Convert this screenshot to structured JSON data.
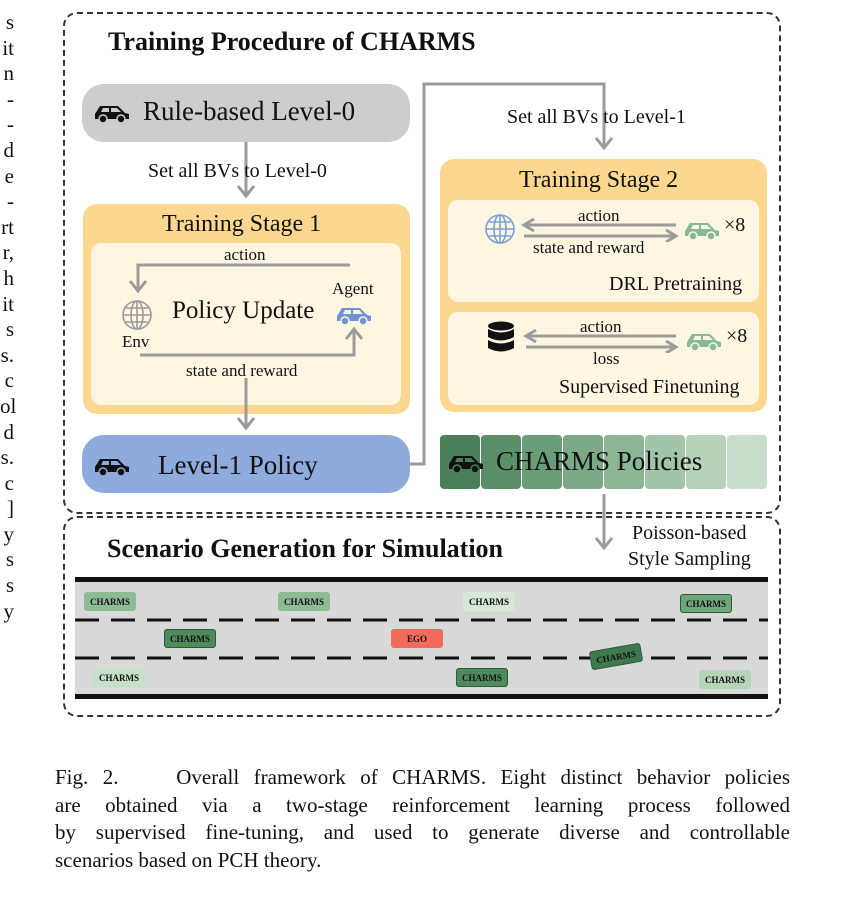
{
  "side_text": [
    "s",
    "it",
    "n",
    "-",
    "-",
    "d",
    "e",
    "-",
    "rt",
    "r,",
    "h",
    "it",
    "s",
    "s.",
    "c",
    "ol",
    "d",
    "s.",
    "c",
    "]",
    "y",
    "s",
    "s",
    "y"
  ],
  "training": {
    "title": "Training Procedure of CHARMS",
    "level0_label": "Rule-based Level-0",
    "set_bv_level0": "Set all BVs to Level-0",
    "stage1": {
      "title": "Training Stage 1",
      "action": "action",
      "policy_update": "Policy Update",
      "agent": "Agent",
      "env": "Env",
      "state_reward": "state and reward"
    },
    "level1_label": "Level-1 Policy",
    "set_bv_level1": "Set all BVs to Level-1",
    "stage2": {
      "title": "Training Stage 2",
      "drl": {
        "action": "action",
        "state_reward": "state and reward",
        "multiplier": "×8",
        "name": "DRL Pretraining"
      },
      "sft": {
        "action": "action",
        "loss": "loss",
        "multiplier": "×8",
        "name": "Supervised Finetuning"
      }
    },
    "policies_label": "CHARMS Policies",
    "policy_colors": [
      "#4a7f5a",
      "#5a8f69",
      "#6a9c77",
      "#7ba987",
      "#8db696",
      "#a2c4a9",
      "#b6d2bb",
      "#c9ddcc"
    ]
  },
  "scenario": {
    "title": "Scenario Generation for Simulation",
    "sampling_line1": "Poisson-based",
    "sampling_line2": "Style Sampling",
    "cars": [
      {
        "label": "CHARMS",
        "color": "#8dbb94"
      },
      {
        "label": "CHARMS",
        "color": "#8dbb94"
      },
      {
        "label": "CHARMS",
        "color": "#d7e8d8"
      },
      {
        "label": "CHARMS",
        "color": "#6fa67b"
      },
      {
        "label": "CHARMS",
        "color": "#4e8a5c"
      },
      {
        "label": "EGO",
        "color": "#f16a5c"
      },
      {
        "label": "CHARMS",
        "color": "#3f7a4d"
      },
      {
        "label": "CHARMS",
        "color": "#c8e0c9"
      },
      {
        "label": "CHARMS",
        "color": "#4e8a5c"
      },
      {
        "label": "CHARMS",
        "color": "#b5d4b8"
      }
    ]
  },
  "caption": {
    "lines": [
      "Fig. 2.    Overall framework of CHARMS. Eight distinct behavior policies",
      "are obtained via a two-stage reinforcement learning process followed",
      "by supervised fine-tuning, and used to generate diverse and controllable",
      "scenarios based on PCH theory."
    ]
  }
}
